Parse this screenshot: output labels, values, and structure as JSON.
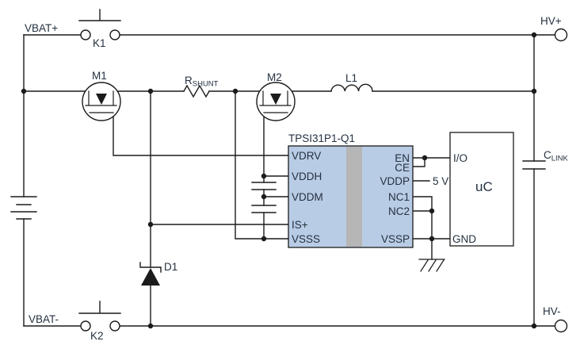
{
  "diagram": {
    "type": "circuit-schematic",
    "subject": "TPSI31P1-Q1 isolated switch driver battery disconnect application"
  },
  "colors": {
    "wire": "#1b1b1b",
    "text": "#243140",
    "ic_fill": "#b9cce5",
    "iso_barrier": "#b6b6b6",
    "background": "#ffffff"
  },
  "labels": {
    "vbat_plus": "VBAT+",
    "vbat_minus": "VBAT-",
    "hv_plus": "HV+",
    "hv_minus": "HV-",
    "k1": "K1",
    "k2": "K2",
    "m1": "M1",
    "m2": "M2",
    "l1": "L1",
    "d1": "D1",
    "five_v": "5 V"
  },
  "r_shunt": {
    "main": "R",
    "sub": "SHUNT"
  },
  "c_link": {
    "main": "C",
    "sub": "LINK"
  },
  "ic": {
    "part_number": "TPSI31P1-Q1",
    "pins_left": [
      "VDRV",
      "VDDH",
      "VDDM",
      "IS+",
      "VSSS"
    ],
    "pins_right": [
      "EN",
      "CE",
      "VDDP",
      "NC1",
      "NC2",
      "VSSP"
    ]
  },
  "microcontroller": {
    "name": "uC",
    "pin_io": "I/O",
    "pin_gnd": "GND"
  }
}
